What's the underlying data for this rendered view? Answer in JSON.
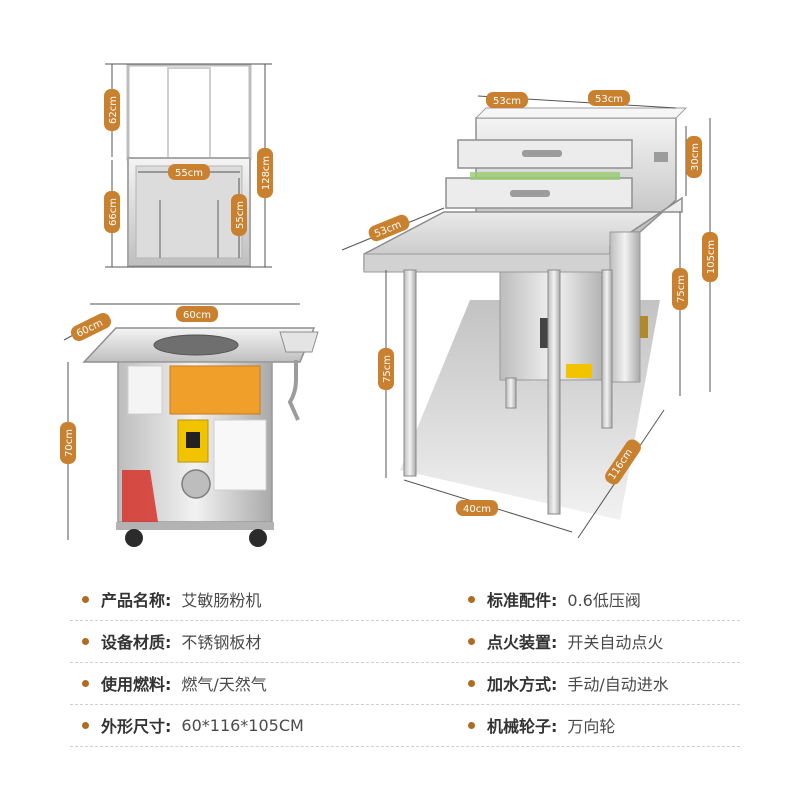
{
  "colors": {
    "accent": "#c9812f",
    "bullet": "#b06b1e",
    "steel_light": "#e6e6e6",
    "steel_mid": "#c6c6c6",
    "steel_dark": "#8c8c8c"
  },
  "dimensions": {
    "front_view": {
      "upper_height": "62cm",
      "lower_height": "66cm",
      "total_height": "128cm",
      "inner_width": "55cm",
      "inner_height": "55cm"
    },
    "cart_view": {
      "depth": "60cm",
      "width": "60cm",
      "height": "70cm"
    },
    "drawer_view": {
      "drawer_depth": "53cm",
      "drawer_width": "53cm",
      "drawer_height": "30cm",
      "table_depth": "53cm",
      "total_height": "105cm",
      "table_height": "75cm",
      "inner_height": "75cm",
      "length": "116cm",
      "width": "40cm"
    }
  },
  "product_icons": {
    "front": "steamer-frame-front-view",
    "cart": "rice-roll-steamer-cart",
    "drawer": "drawer-steamer-with-table"
  },
  "specs": [
    {
      "left": {
        "key": "产品名称:",
        "value": "艾敏肠粉机"
      },
      "right": {
        "key": "标准配件:",
        "value": "0.6低压阀"
      }
    },
    {
      "left": {
        "key": "设备材质:",
        "value": "不锈钢板材"
      },
      "right": {
        "key": "点火装置:",
        "value": "开关自动点火"
      }
    },
    {
      "left": {
        "key": "使用燃料:",
        "value": "燃气/天然气"
      },
      "right": {
        "key": "加水方式:",
        "value": "手动/自动进水"
      }
    },
    {
      "left": {
        "key": "外形尺寸:",
        "value": "60*116*105CM"
      },
      "right": {
        "key": "机械轮子:",
        "value": "万向轮"
      }
    }
  ]
}
